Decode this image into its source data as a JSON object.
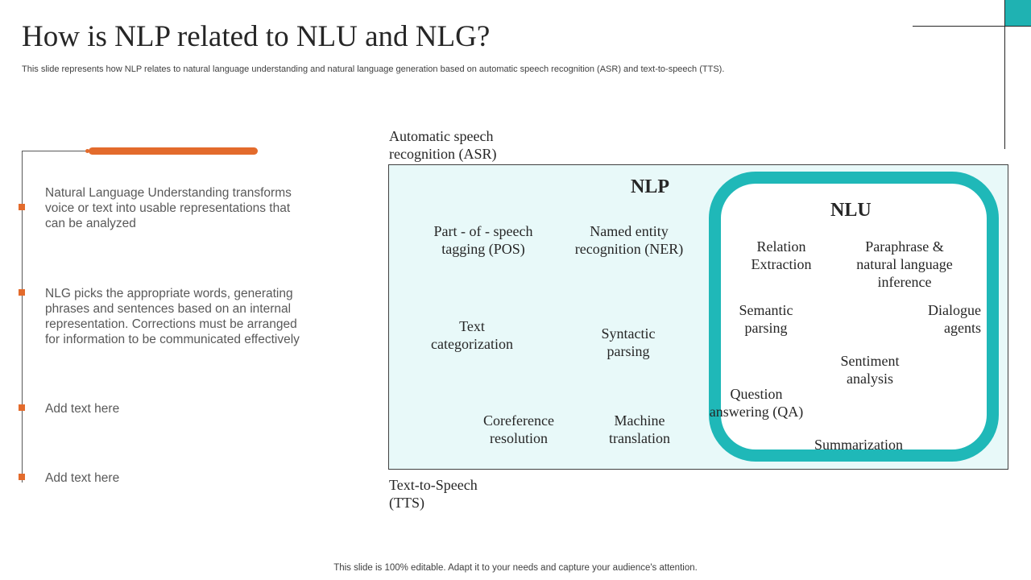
{
  "slide": {
    "title": "How is NLP related to NLU and NLG?",
    "subtitle": "This slide represents how NLP relates to natural language understanding and natural language generation based on automatic speech recognition (ASR) and text-to-speech (TTS).",
    "footer": "This slide is 100% editable. Adapt it to your needs and capture your audience's attention."
  },
  "bullets": [
    "Natural Language Understanding transforms voice or text into usable representations that can be analyzed",
    "NLG picks the appropriate words, generating phrases and sentences based on an internal representation.  Corrections must be arranged for information to be communicated effectively",
    "Add text here",
    "Add text here"
  ],
  "diagram": {
    "asr_label": "Automatic speech\nrecognition (ASR)",
    "tts_label": "Text-to-Speech\n(TTS)",
    "nlp_title": "NLP",
    "nlu_title": "NLU",
    "nlp_items": [
      "Part - of - speech\ntagging (POS)",
      "Named entity\nrecognition (NER)",
      "Text\ncategorization",
      "Syntactic\nparsing",
      "Coreference\nresolution",
      "Machine\ntranslation"
    ],
    "nlu_items": [
      "Relation\nExtraction",
      "Paraphrase &\nnatural language\ninference",
      "Semantic\nparsing",
      "Dialogue\nagents",
      "Sentiment\nanalysis",
      "Question\nanswering (QA)",
      "Summarization"
    ]
  },
  "colors": {
    "accent_orange": "#e36b2c",
    "accent_teal": "#1fb8b8",
    "box_fill": "#e8f9f9"
  }
}
